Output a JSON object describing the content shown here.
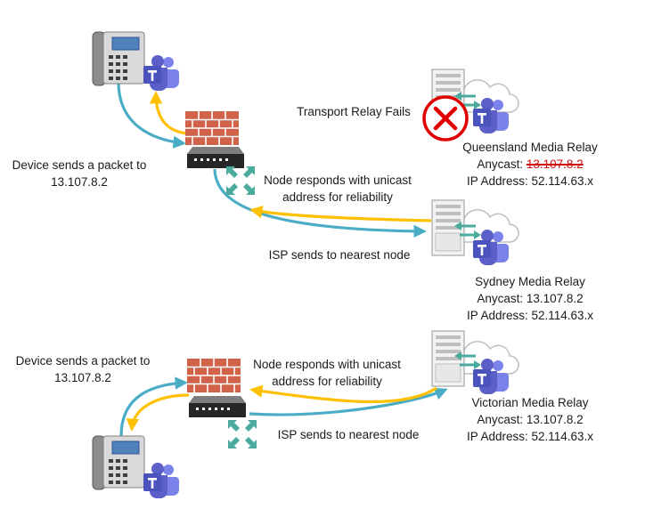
{
  "colors": {
    "blue_arrow": "#4BACC6",
    "yellow_arrow": "#FFC000",
    "brick": "#D0634A",
    "teams_purple": "#5B5FC7",
    "fail_red": "#E00000",
    "server_gray": "#D9D9D9",
    "node_green": "#4BAA9E"
  },
  "icons": [
    "ip-phone-icon",
    "teams-icon",
    "firewall-icon",
    "router-icon",
    "server-icon",
    "cloud-icon",
    "network-node-icon",
    "failure-x-icon"
  ],
  "scenario_top": {
    "device_label_line1": "Device sends a packet to",
    "device_label_line2": "13.107.8.2",
    "node_label_line1": "Node responds with unicast",
    "node_label_line2": "address for reliability",
    "isp_label": "ISP sends to nearest node",
    "transport_fail_label": "Transport Relay Fails",
    "queensland": {
      "name": "Queensland Media Relay",
      "anycast_prefix": "Anycast: ",
      "anycast_value": "13.107.8.2",
      "ip": "IP Address: 52.114.63.x"
    },
    "sydney": {
      "name": "Sydney Media Relay",
      "anycast": "Anycast: 13.107.8.2",
      "ip": "IP Address: 52.114.63.x"
    }
  },
  "scenario_bottom": {
    "device_label_line1": "Device sends a packet to",
    "device_label_line2": "13.107.8.2",
    "node_label_line1": "Node responds with unicast",
    "node_label_line2": "address for reliability",
    "isp_label": "ISP sends to nearest node",
    "victorian": {
      "name": "Victorian Media Relay",
      "anycast": "Anycast: 13.107.8.2",
      "ip": "IP Address: 52.114.63.x"
    }
  }
}
